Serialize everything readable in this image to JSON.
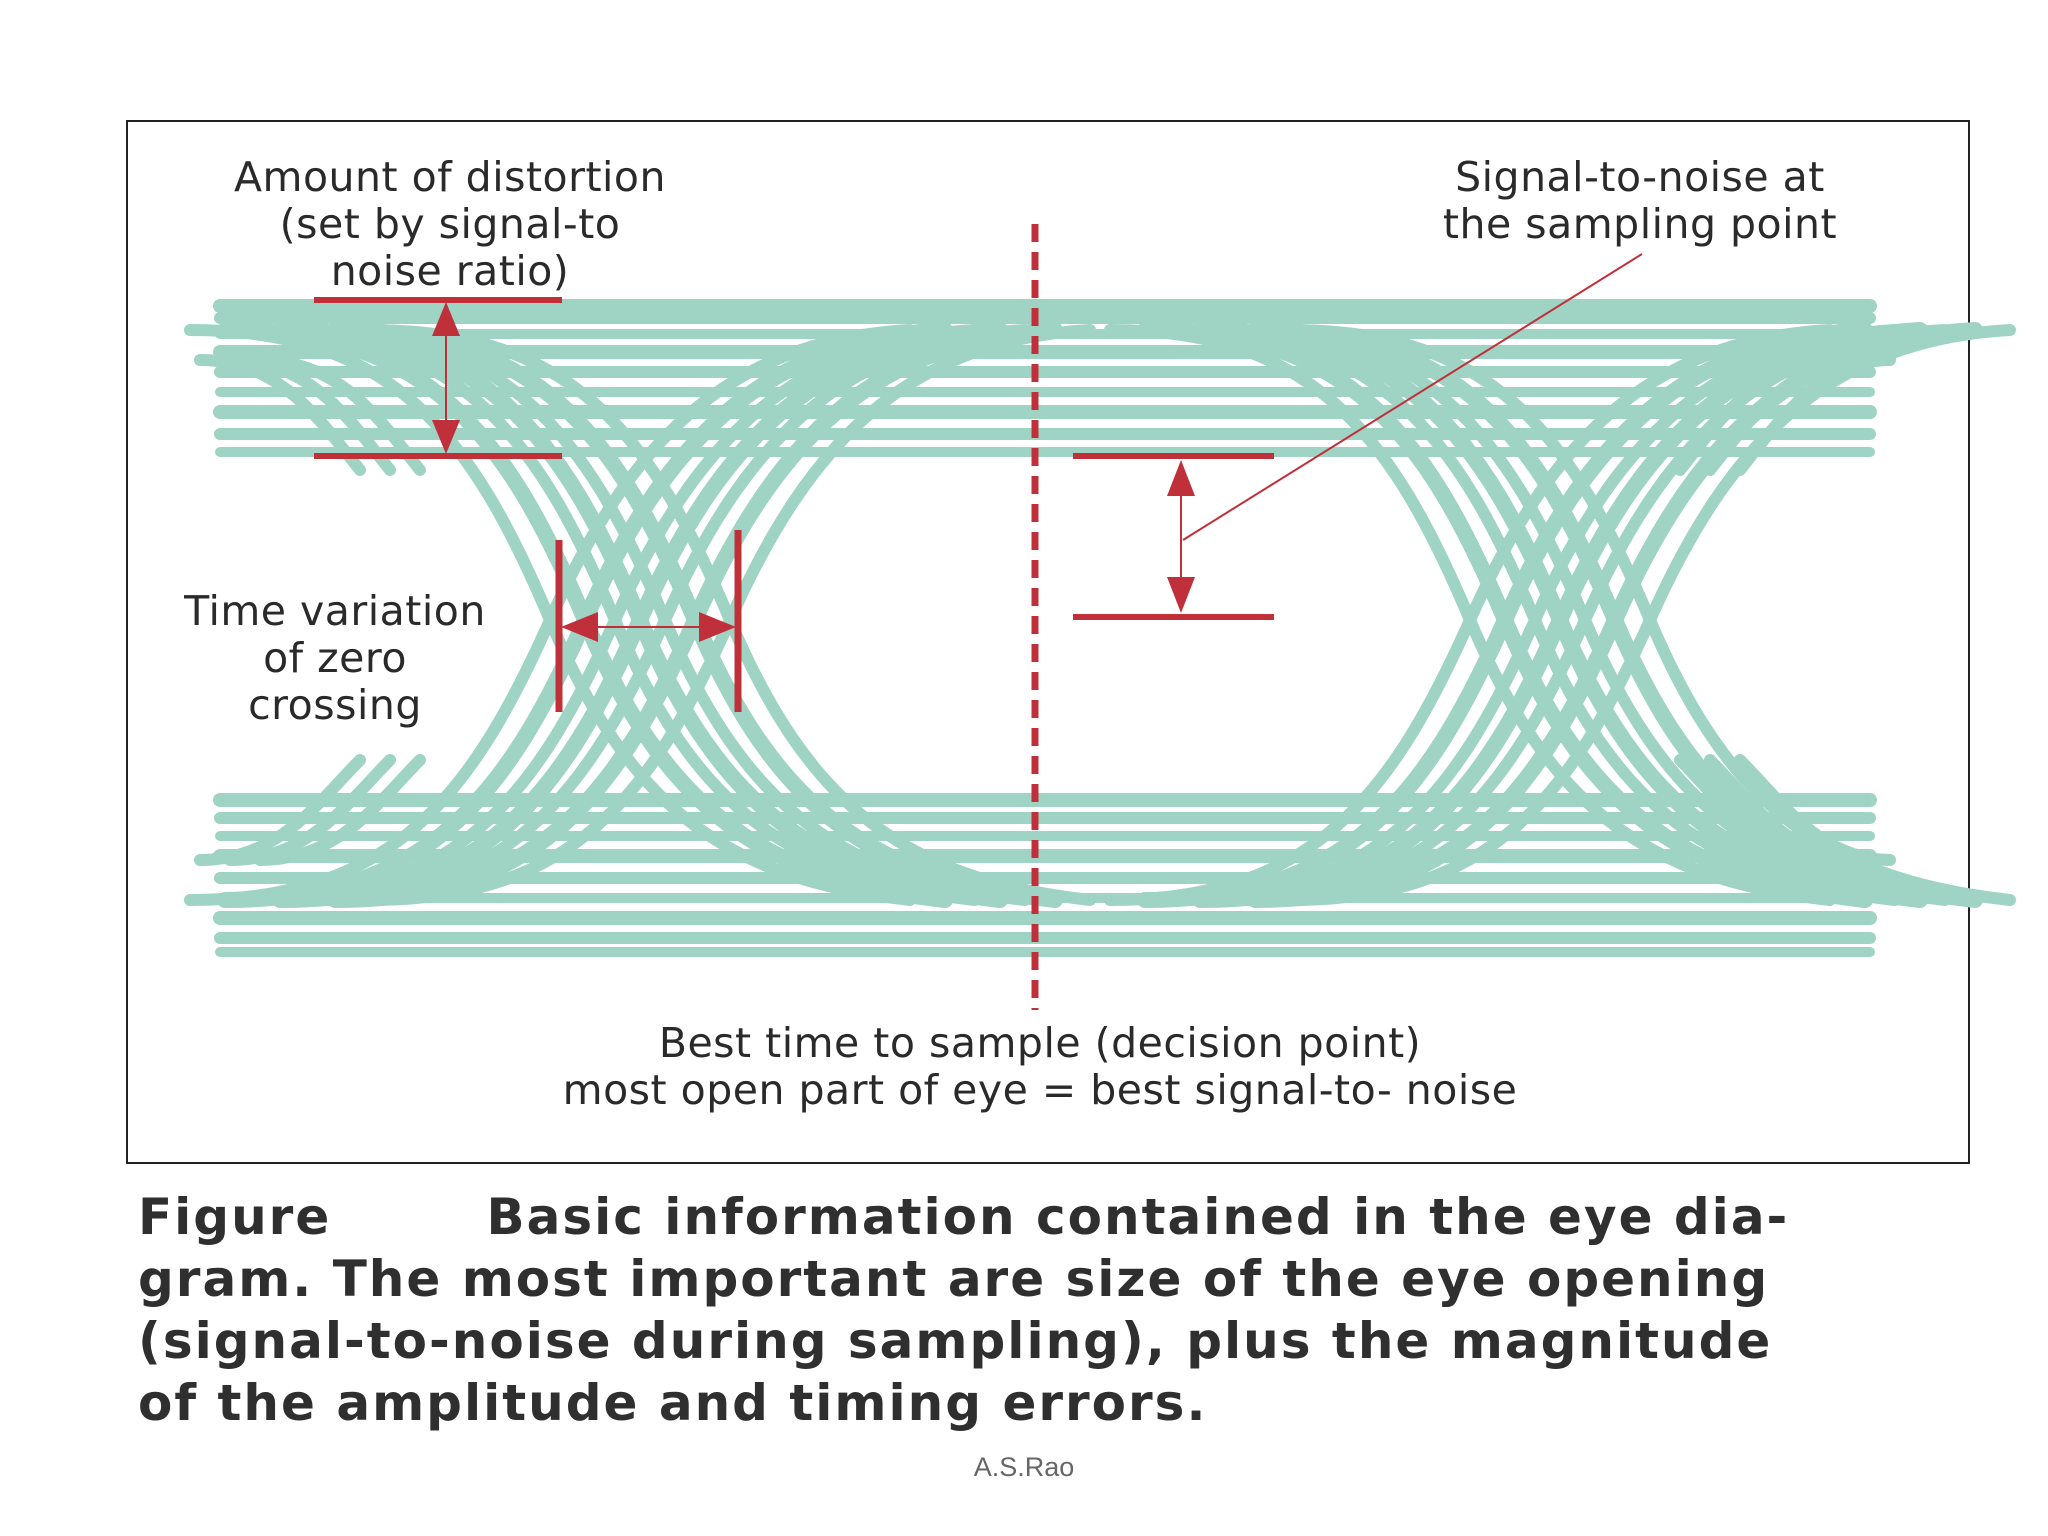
{
  "diagram": {
    "labels": {
      "distortion": [
        "Amount of distortion",
        "(set by signal-to",
        "noise ratio)"
      ],
      "snr": [
        "Signal-to-noise at",
        "the sampling point"
      ],
      "time_variation": [
        "Time variation",
        "of zero",
        "crossing"
      ],
      "best_time": [
        "Best time to sample (decision point)",
        "most open part of eye = best signal-to- noise"
      ]
    },
    "colors": {
      "trace": "#9fd3c3",
      "marker": "#c0303a"
    }
  },
  "caption": {
    "lines": [
      "Figure        Basic information contained in the eye dia-",
      "gram. The most important are size of the eye opening",
      "(signal-to-noise during sampling), plus the magnitude",
      "of the amplitude and timing errors."
    ]
  },
  "footer": {
    "author": "A.S.Rao"
  }
}
